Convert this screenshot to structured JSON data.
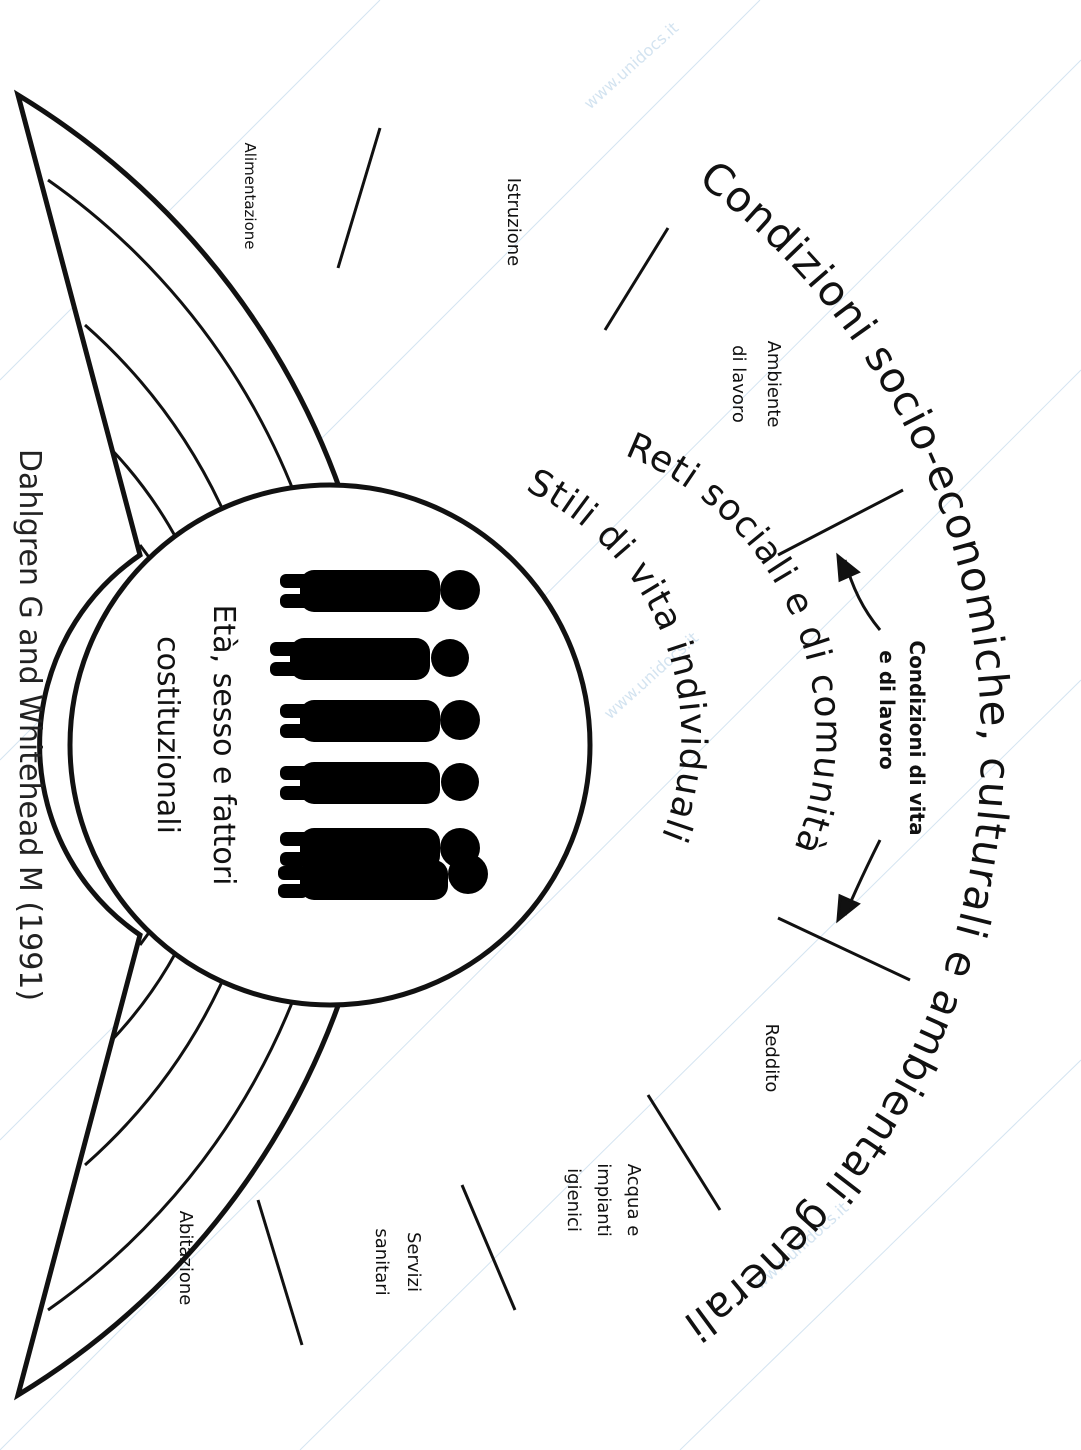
{
  "outer_ring": {
    "title": "Condizioni socio-economiche, culturali e ambientali generali"
  },
  "living_conditions": {
    "title_line1": "Condizioni di vita",
    "title_line2": "e di lavoro",
    "sectors": [
      {
        "lines": [
          "Alimentazione"
        ]
      },
      {
        "lines": [
          "Istruzione"
        ]
      },
      {
        "lines": [
          "Ambiente",
          "di lavoro"
        ]
      },
      {
        "lines": [
          "Reddito"
        ]
      },
      {
        "lines": [
          "Acqua e",
          "impianti",
          "igienici"
        ]
      },
      {
        "lines": [
          "Servizi",
          "sanitari"
        ]
      },
      {
        "lines": [
          "Abitazione"
        ]
      }
    ]
  },
  "networks_ring": {
    "title": "Reti sociali e di comunità"
  },
  "lifestyle_ring": {
    "title": "Stili di vita individuali"
  },
  "core": {
    "line1": "Età, sesso e fattori",
    "line2": "costituzionali",
    "icon": "people-silhouettes-icon"
  },
  "credit": "Dahlgren G and Whitehead M (1991)",
  "watermark": "www.unidocs.it",
  "colors": {
    "ink": "#111111",
    "watermark": "#9fc3e0",
    "background": "#ffffff"
  }
}
